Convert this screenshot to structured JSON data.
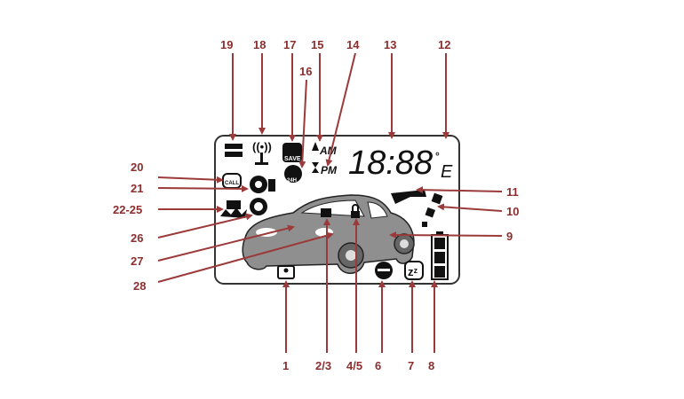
{
  "colors": {
    "callout": "#8b2e2e",
    "lcd_frame": "#333333",
    "car_body": "#8f8f8f",
    "segments": "#111111"
  },
  "display": {
    "time": "18:88",
    "degree": "°",
    "unit": "E",
    "am": "AM",
    "pm": "PM",
    "call": "CALL",
    "save": "SAVE",
    "h24": "24H"
  },
  "callouts": {
    "c19": "19",
    "c18": "18",
    "c17": "17",
    "c16": "16",
    "c15": "15",
    "c14": "14",
    "c13": "13",
    "c12": "12",
    "c20": "20",
    "c21": "21",
    "c22_25": "22-25",
    "c26": "26",
    "c27": "27",
    "c28": "28",
    "c11": "11",
    "c10": "10",
    "c9": "9",
    "c1": "1",
    "c2_3": "2/3",
    "c4_5": "4/5",
    "c6": "6",
    "c7": "7",
    "c8": "8"
  }
}
